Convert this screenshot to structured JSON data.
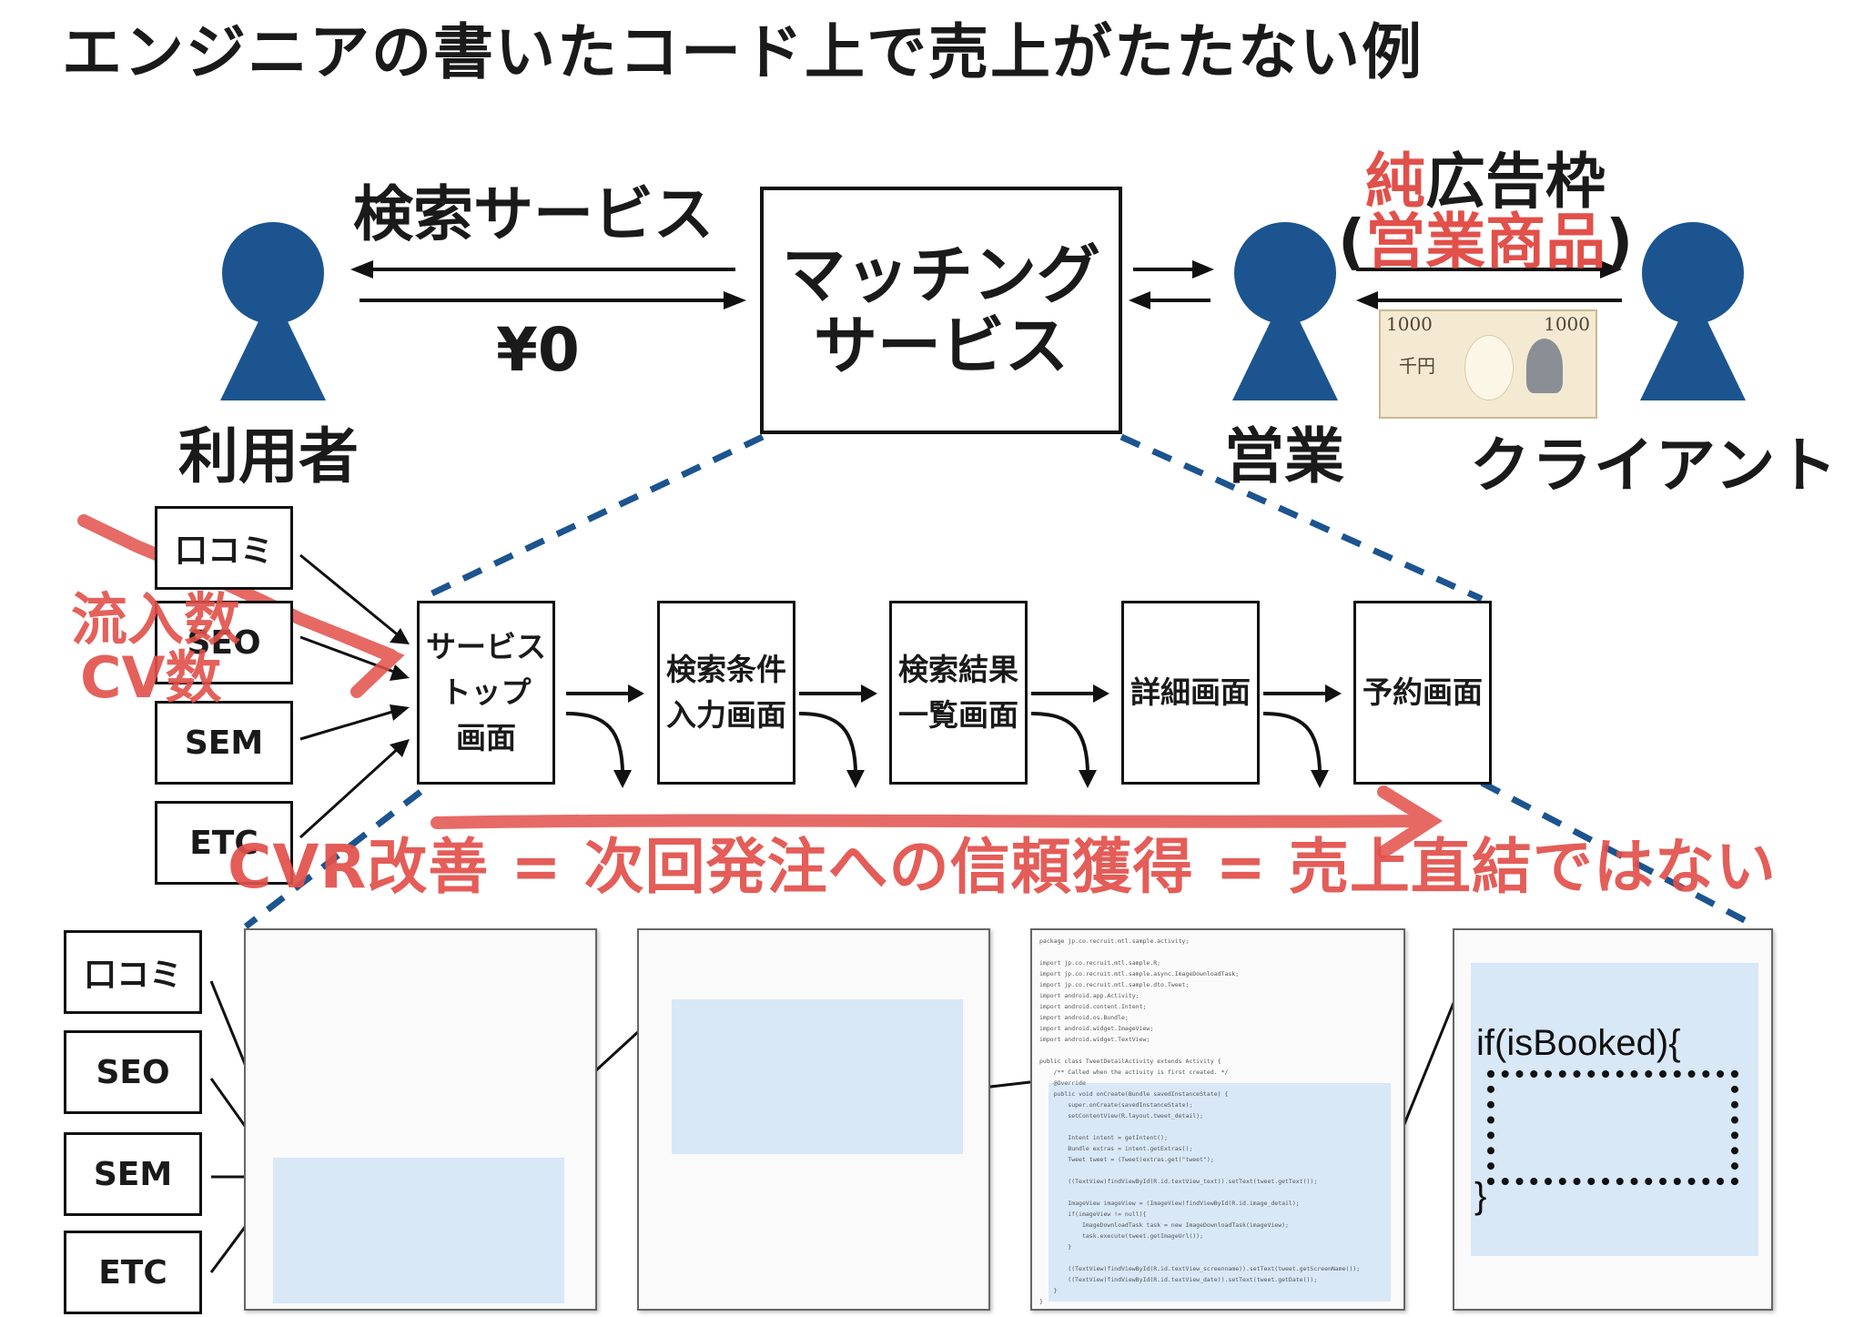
{
  "title": "エンジニアの書いたコード上で売上がたたない例",
  "actors": {
    "user": "利用者",
    "sales": "営業",
    "client": "クライアント"
  },
  "flows": {
    "search_service": "検索サービス",
    "price_zero": "¥0",
    "ad_slot_prefix_red": "純",
    "ad_slot_rest": "広告枠",
    "ad_product_open": "(",
    "ad_product_red": "営業商品",
    "ad_product_close": ")"
  },
  "banknote": {
    "value_left": "1000",
    "value_right": "1000",
    "label": "千円"
  },
  "matching": {
    "line1": "マッチング",
    "line2": "サービス"
  },
  "sources": [
    "口コミ",
    "SEO",
    "SEM",
    "ETC"
  ],
  "screens": [
    {
      "line1": "サービス",
      "line2": "トップ",
      "line3": "画面"
    },
    {
      "line1": "検索条件",
      "line2": "入力画面"
    },
    {
      "line1": "検索結果",
      "line2": "一覧画面"
    },
    {
      "line1": "詳細画面"
    },
    {
      "line1": "予約画面"
    }
  ],
  "annotations": {
    "inflow": "流入数",
    "cv": "CV数",
    "cvr_banner": "CVR改善 = 次回発注への信頼獲得 = 売上直結ではない"
  },
  "code_if": "if(isBooked){",
  "code_close": "}",
  "code_samples": {
    "panel3": [
      "package jp.co.recruit.mtl.sample.activity;",
      "",
      "import jp.co.recruit.mtl.sample.R;",
      "import jp.co.recruit.mtl.sample.async.ImageDownloadTask;",
      "import jp.co.recruit.mtl.sample.dto.Tweet;",
      "import android.app.Activity;",
      "import android.content.Intent;",
      "import android.os.Bundle;",
      "import android.widget.ImageView;",
      "import android.widget.TextView;",
      "",
      "public class TweetDetailActivity extends Activity {",
      "    /** Called when the activity is first created. */",
      "    @Override",
      "    public void onCreate(Bundle savedInstanceState) {",
      "        super.onCreate(savedInstanceState);",
      "        setContentView(R.layout.tweet_detail);",
      "",
      "        Intent intent = getIntent();",
      "        Bundle extras = intent.getExtras();",
      "        Tweet tweet = (Tweet)extras.get(\"tweet\");",
      "",
      "        ((TextView)findViewById(R.id.textView_text)).setText(tweet.getText());",
      "",
      "        ImageView imageView = (ImageView)findViewById(R.id.image_detail);",
      "        if(imageView != null){",
      "            ImageDownloadTask task = new ImageDownloadTask(imageView);",
      "            task.execute(tweet.getImageUrl());",
      "        }",
      "",
      "        ((TextView)findViewById(R.id.textView_screenname)).setText(tweet.getScreenName());",
      "        ((TextView)findViewById(R.id.textView_date)).setText(tweet.getDate());",
      "    }",
      "}"
    ]
  }
}
